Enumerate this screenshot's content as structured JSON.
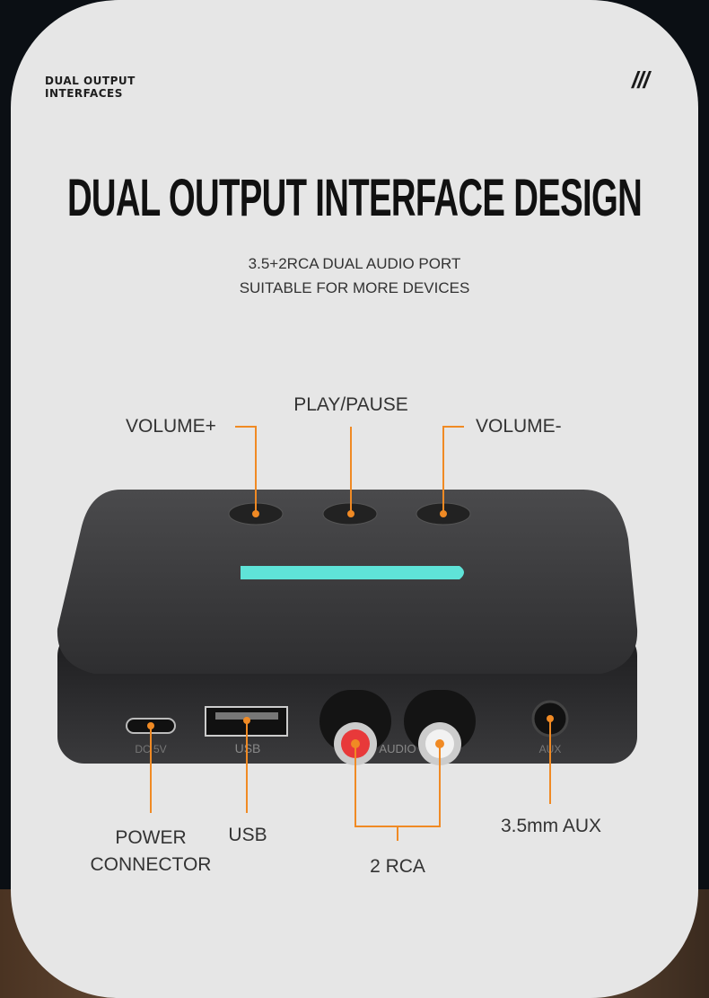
{
  "header": {
    "tag_line1": "DUAL OUTPUT",
    "tag_line2": "INTERFACES",
    "decor": "///"
  },
  "title": "DUAL OUTPUT INTERFACE DESIGN",
  "subtitle": {
    "line1": "3.5+2RCA DUAL AUDIO PORT",
    "line2": "SUITABLE FOR MORE DEVICES"
  },
  "callouts": {
    "volume_up": "VOLUME+",
    "play_pause": "PLAY/PAUSE",
    "volume_down": "VOLUME-",
    "power_line1": "POWER",
    "power_line2": "CONNECTOR",
    "usb": "USB",
    "rca": "2 RCA",
    "aux": "3.5mm AUX"
  },
  "device_labels": {
    "dc": "DC 5V",
    "usb": "USB",
    "audio": "AUDIO",
    "aux": "AUX"
  },
  "colors": {
    "accent": "#f08a24",
    "light_bar": "#5fe3d8",
    "rca_red": "#e8393a"
  }
}
